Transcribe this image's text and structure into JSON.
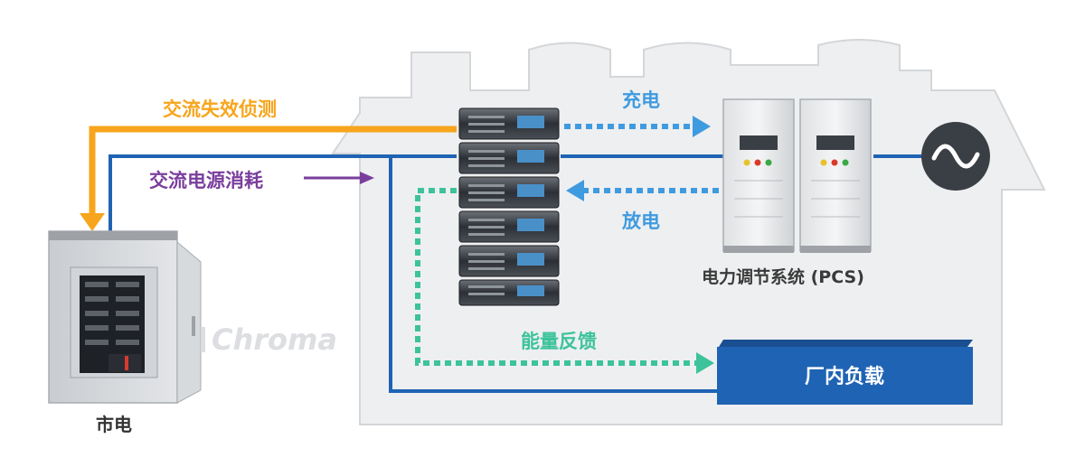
{
  "labels": {
    "ac_failure": "交流失效侦测",
    "ac_consumption": "交流电源消耗",
    "charge": "充电",
    "discharge": "放电",
    "pcs": "电力调节系统 (PCS)",
    "feedback": "能量反馈",
    "plant_load": "厂内负载",
    "grid": "市电",
    "watermark": "Chroma"
  },
  "colors": {
    "orange": "#F7A51C",
    "blue": "#1F63B4",
    "purple": "#7A3E9D",
    "teal": "#3CC39B",
    "dashed_blue": "#3F9BE0",
    "load_box": "#1F63B4",
    "building": "#EEEFF0",
    "building_stroke": "#D4D6D9"
  },
  "icons": [
    "ac-sine-icon",
    "distribution-panel-icon",
    "rack-unit-icon",
    "pcs-cabinet-icon"
  ]
}
